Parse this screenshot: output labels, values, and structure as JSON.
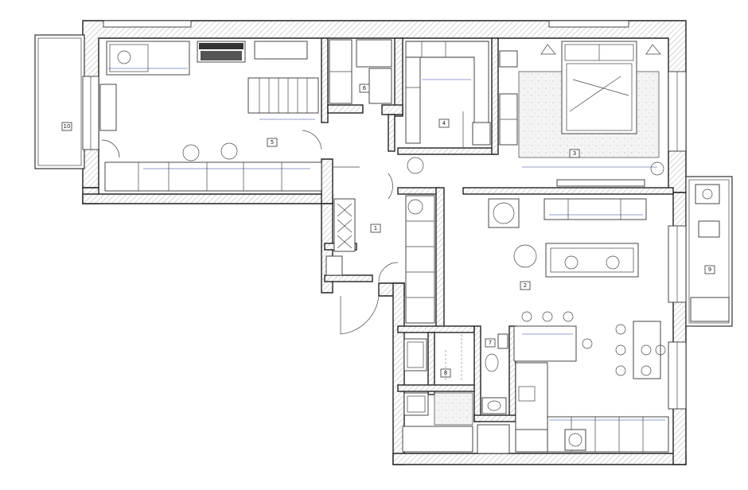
{
  "plan": {
    "rooms": [
      {
        "id": "r1",
        "label": "1"
      },
      {
        "id": "r2",
        "label": "2"
      },
      {
        "id": "r3",
        "label": "3"
      },
      {
        "id": "r4",
        "label": "4"
      },
      {
        "id": "r5",
        "label": "5"
      },
      {
        "id": "r6",
        "label": "6"
      },
      {
        "id": "r7",
        "label": "7"
      },
      {
        "id": "r8",
        "label": "8"
      },
      {
        "id": "r9",
        "label": "9"
      },
      {
        "id": "r10",
        "label": "10"
      }
    ]
  }
}
